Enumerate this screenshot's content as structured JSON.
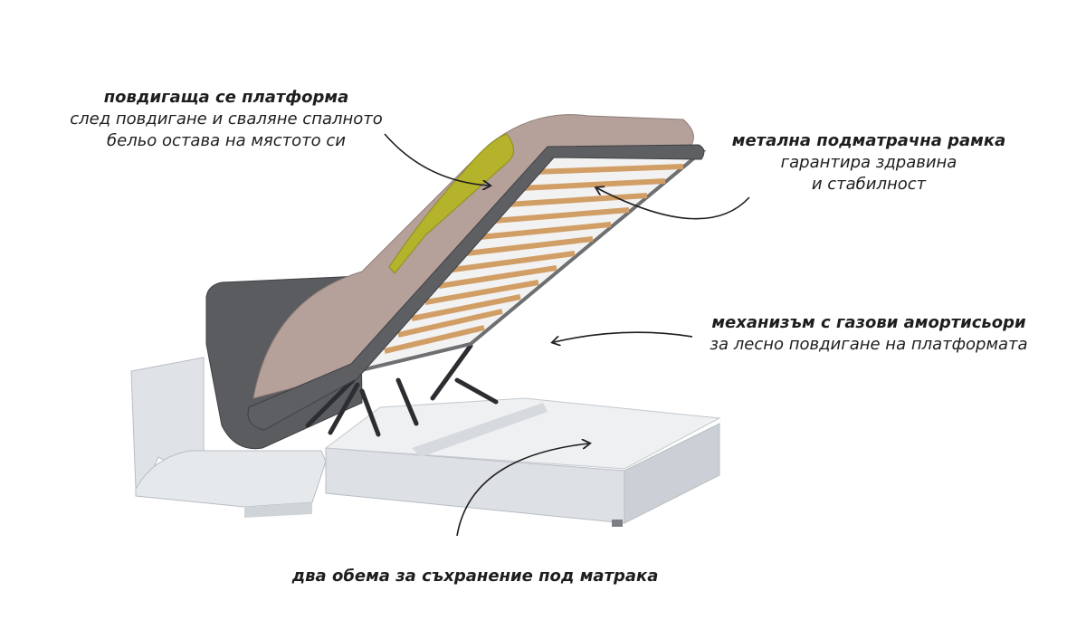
{
  "labels": {
    "platform": {
      "title": "повдигаща се платформа",
      "line1": "след повдигане и сваляне спалното",
      "line2": "бельо остава на мястото си"
    },
    "frame": {
      "title": "метална подматрачна рамка",
      "line1": "гарантира здравина",
      "line2": "и стабилност"
    },
    "mechanism": {
      "title": "механизъм с газови амортисьори",
      "line1": "за лесно повдигане на платформата"
    },
    "storage": {
      "title": "два обема за съхранение под матрака"
    }
  },
  "colors": {
    "wood": "#e3e6e9",
    "upholstery": "#5a5b5e",
    "mattress": "#b7a39d",
    "slats": "#d4a36b",
    "throw": "#b7b52a",
    "text": "#1e1e1e"
  }
}
